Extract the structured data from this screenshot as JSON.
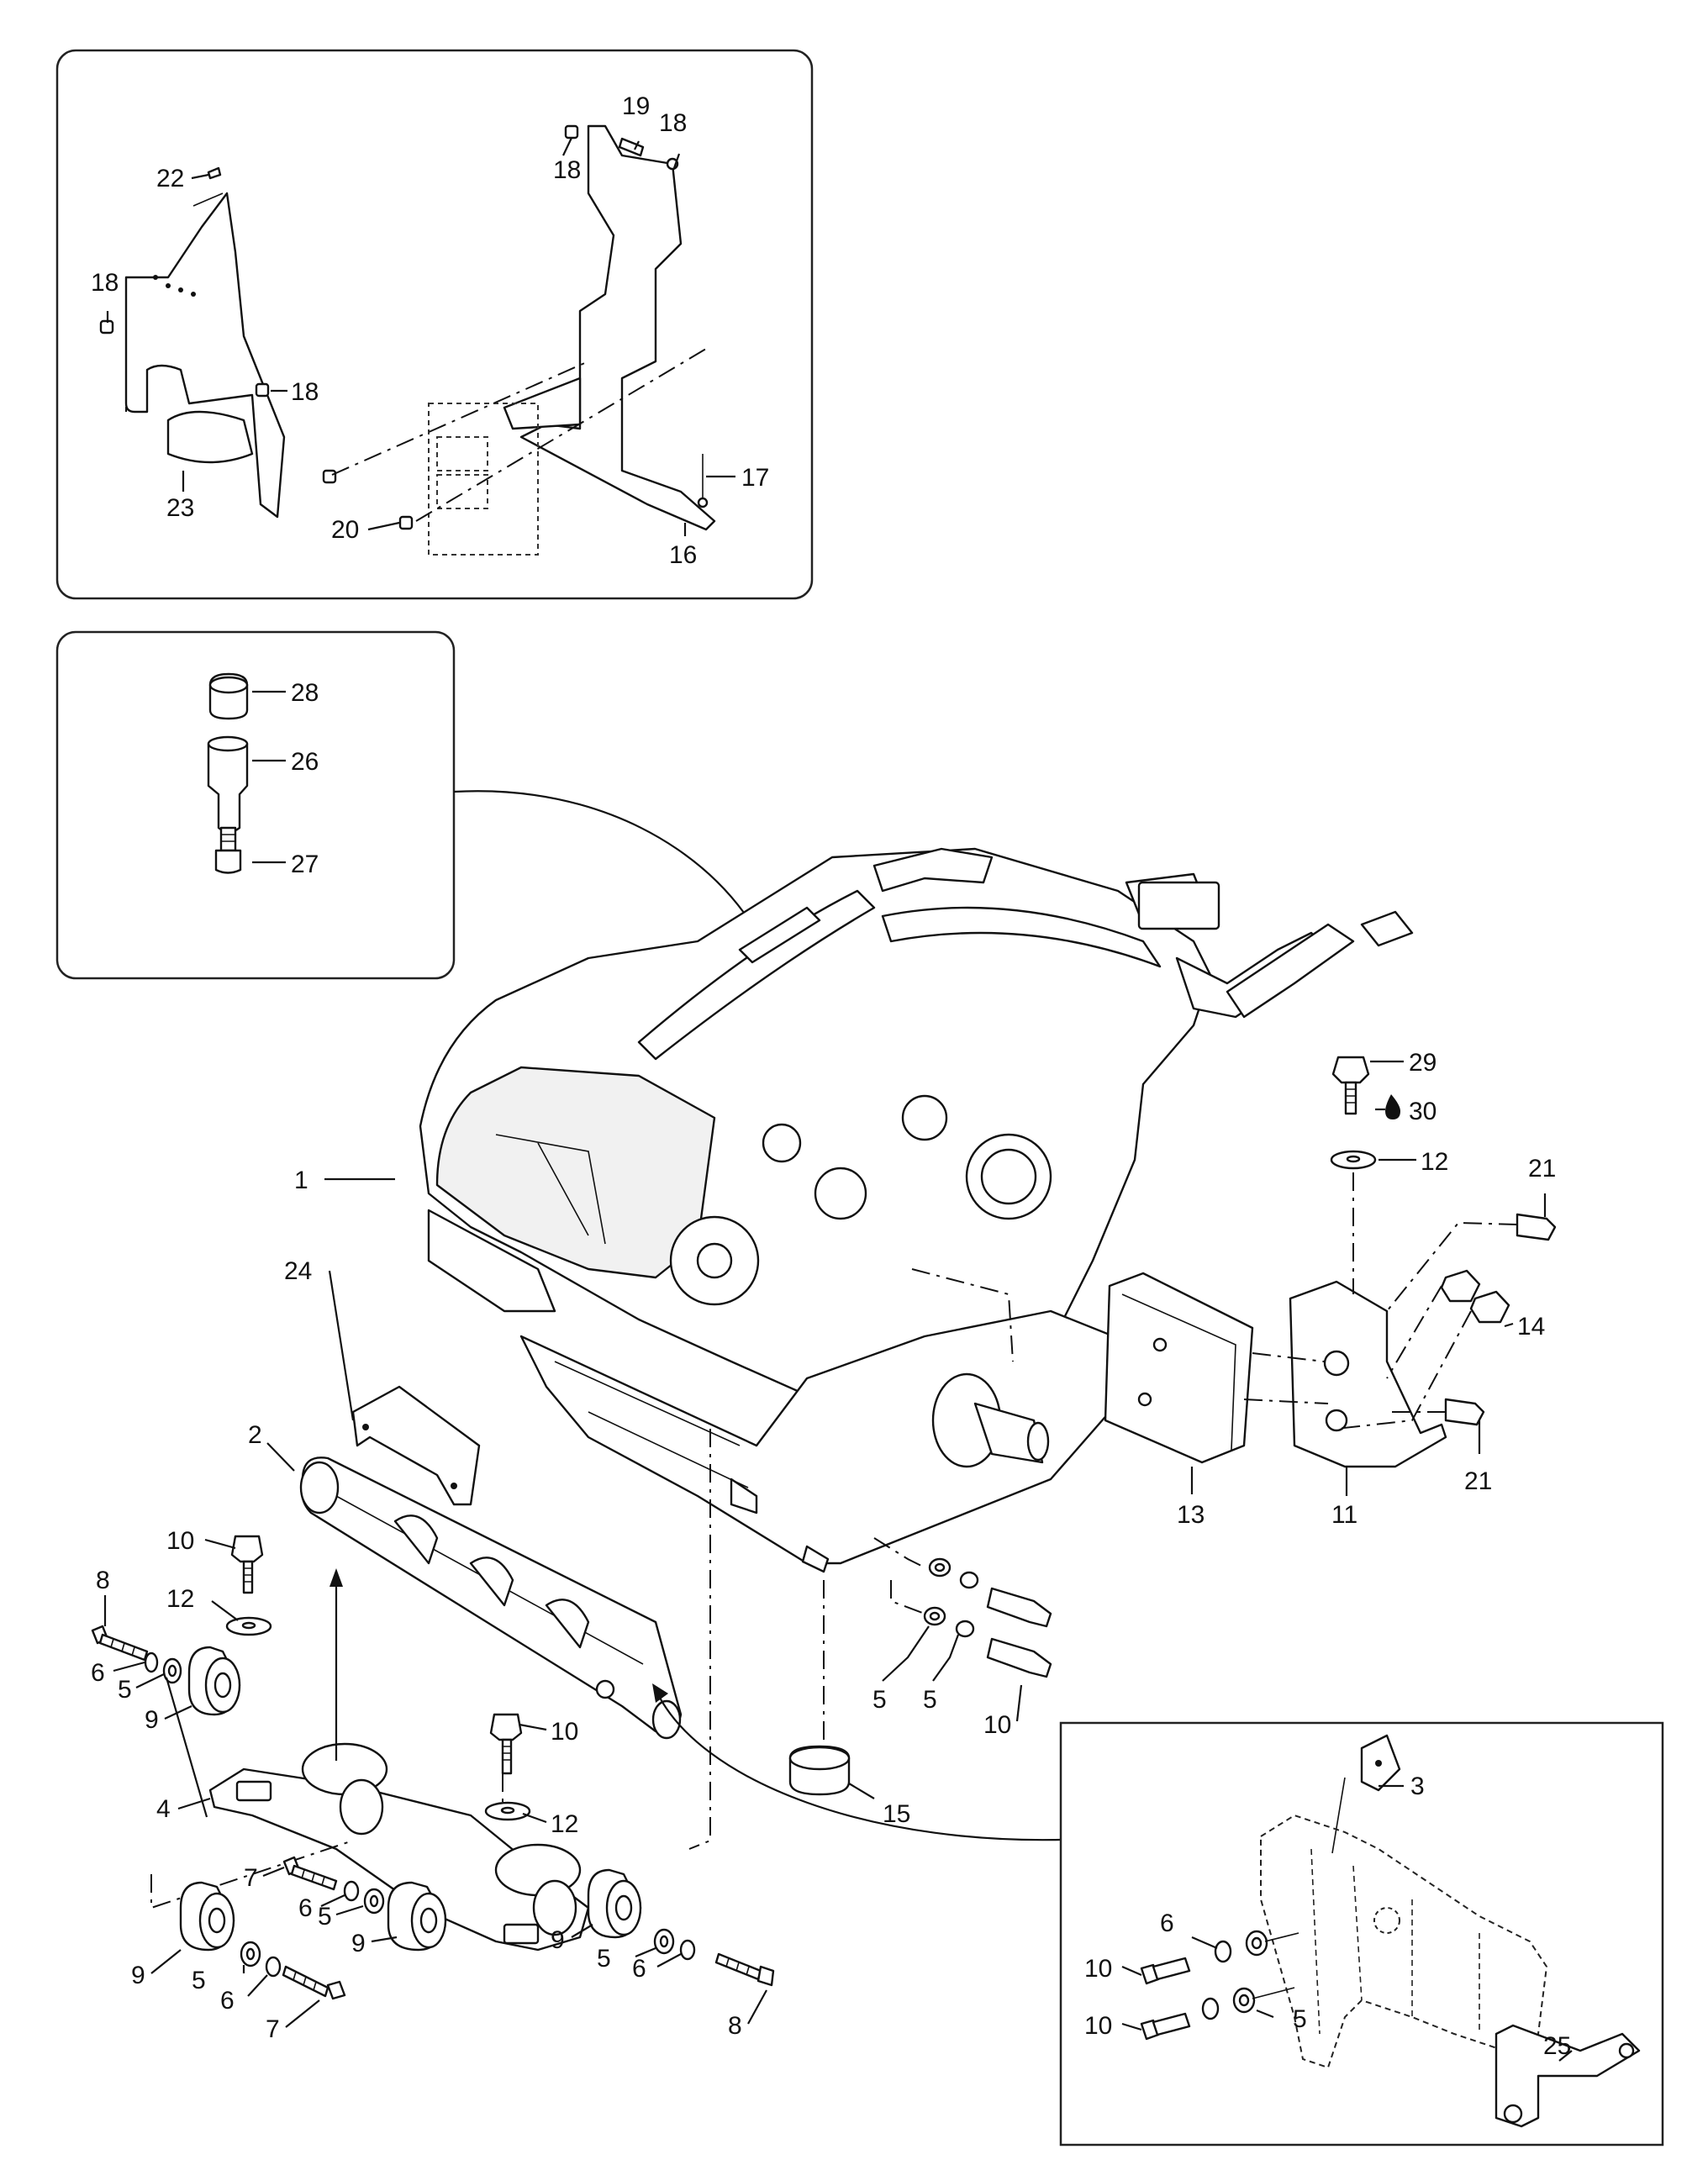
{
  "diagram": {
    "callouts": [
      {
        "id": "c1",
        "text": "1"
      },
      {
        "id": "c2",
        "text": "2"
      },
      {
        "id": "c3",
        "text": "3"
      },
      {
        "id": "c4",
        "text": "4"
      },
      {
        "id": "c5a",
        "text": "5"
      },
      {
        "id": "c5b",
        "text": "5"
      },
      {
        "id": "c5c",
        "text": "5"
      },
      {
        "id": "c5d",
        "text": "5"
      },
      {
        "id": "c5e",
        "text": "5"
      },
      {
        "id": "c5f",
        "text": "5"
      },
      {
        "id": "c5g",
        "text": "5"
      },
      {
        "id": "c6a",
        "text": "6"
      },
      {
        "id": "c6b",
        "text": "6"
      },
      {
        "id": "c6c",
        "text": "6"
      },
      {
        "id": "c6d",
        "text": "6"
      },
      {
        "id": "c6e",
        "text": "6"
      },
      {
        "id": "c7a",
        "text": "7"
      },
      {
        "id": "c7b",
        "text": "7"
      },
      {
        "id": "c8a",
        "text": "8"
      },
      {
        "id": "c8b",
        "text": "8"
      },
      {
        "id": "c9a",
        "text": "9"
      },
      {
        "id": "c9b",
        "text": "9"
      },
      {
        "id": "c9c",
        "text": "9"
      },
      {
        "id": "c9d",
        "text": "9"
      },
      {
        "id": "c10a",
        "text": "10"
      },
      {
        "id": "c10b",
        "text": "10"
      },
      {
        "id": "c10c",
        "text": "10"
      },
      {
        "id": "c10d",
        "text": "10"
      },
      {
        "id": "c10e",
        "text": "10"
      },
      {
        "id": "c11",
        "text": "11"
      },
      {
        "id": "c12a",
        "text": "12"
      },
      {
        "id": "c12b",
        "text": "12"
      },
      {
        "id": "c12c",
        "text": "12"
      },
      {
        "id": "c13",
        "text": "13"
      },
      {
        "id": "c14",
        "text": "14"
      },
      {
        "id": "c15",
        "text": "15"
      },
      {
        "id": "c16",
        "text": "16"
      },
      {
        "id": "c17",
        "text": "17"
      },
      {
        "id": "c18a",
        "text": "18"
      },
      {
        "id": "c18b",
        "text": "18"
      },
      {
        "id": "c18c",
        "text": "18"
      },
      {
        "id": "c18d",
        "text": "18"
      },
      {
        "id": "c19",
        "text": "19"
      },
      {
        "id": "c20",
        "text": "20"
      },
      {
        "id": "c21a",
        "text": "21"
      },
      {
        "id": "c21b",
        "text": "21"
      },
      {
        "id": "c22",
        "text": "22"
      },
      {
        "id": "c23",
        "text": "23"
      },
      {
        "id": "c24",
        "text": "24"
      },
      {
        "id": "c25",
        "text": "25"
      },
      {
        "id": "c26",
        "text": "26"
      },
      {
        "id": "c27",
        "text": "27"
      },
      {
        "id": "c28",
        "text": "28"
      },
      {
        "id": "c29",
        "text": "29"
      },
      {
        "id": "c30",
        "text": "30"
      }
    ]
  }
}
